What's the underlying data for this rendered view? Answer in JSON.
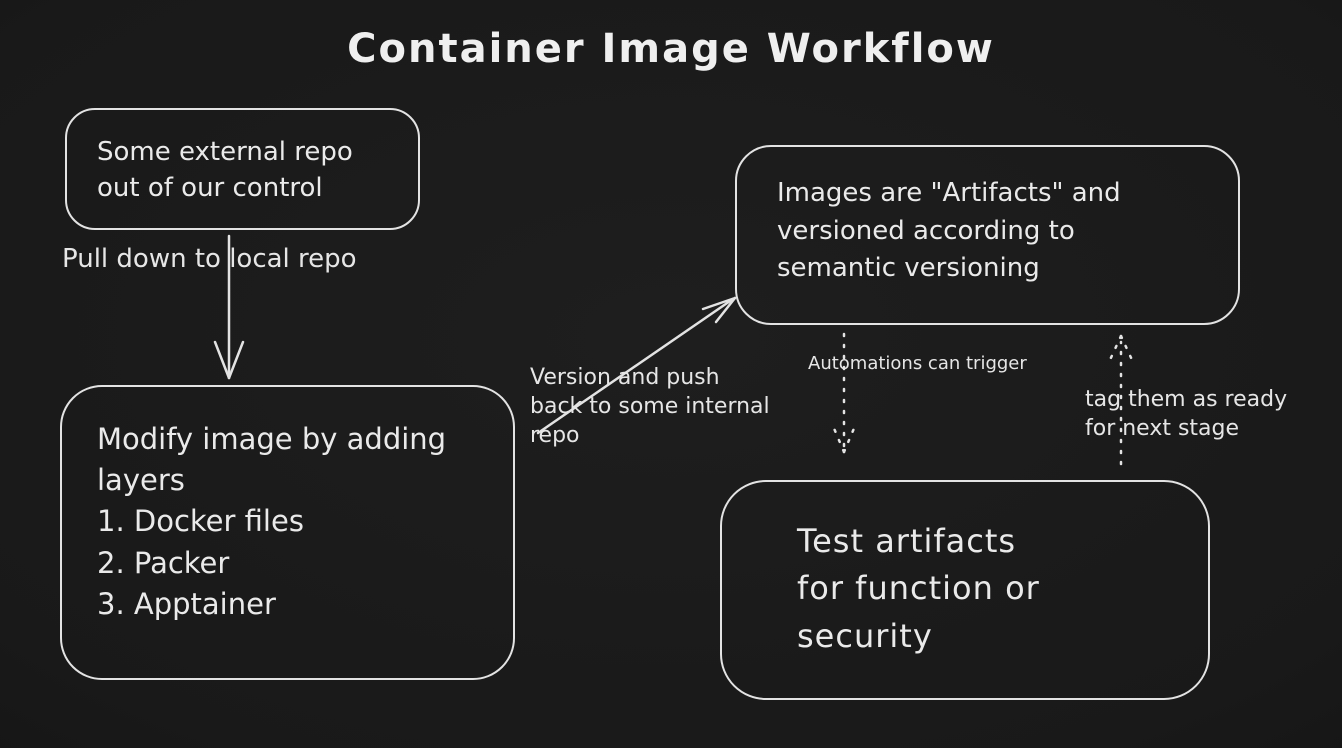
{
  "title": "Container Image Workflow",
  "colors": {
    "background": "#191919",
    "stroke": "#e3e3e3",
    "text": "#eaeaea"
  },
  "nodes": {
    "external_repo": {
      "text": "Some external repo\nout of our control"
    },
    "modify_image": {
      "text": "Modify image by adding\nlayers\n1. Docker files\n2. Packer\n3. Apptainer"
    },
    "artifacts": {
      "text": "Images are \"Artifacts\" and\nversioned according to\nsemantic versioning"
    },
    "test_artifacts": {
      "text": "Test artifacts\nfor function or\nsecurity"
    }
  },
  "edges": {
    "pull_down": {
      "label": "Pull down to local repo"
    },
    "version_push": {
      "label": "Version and push\nback to some internal\nrepo"
    },
    "automations": {
      "label": "Automations can trigger"
    },
    "tag_ready": {
      "label": "tag them as ready\nfor next stage"
    }
  }
}
